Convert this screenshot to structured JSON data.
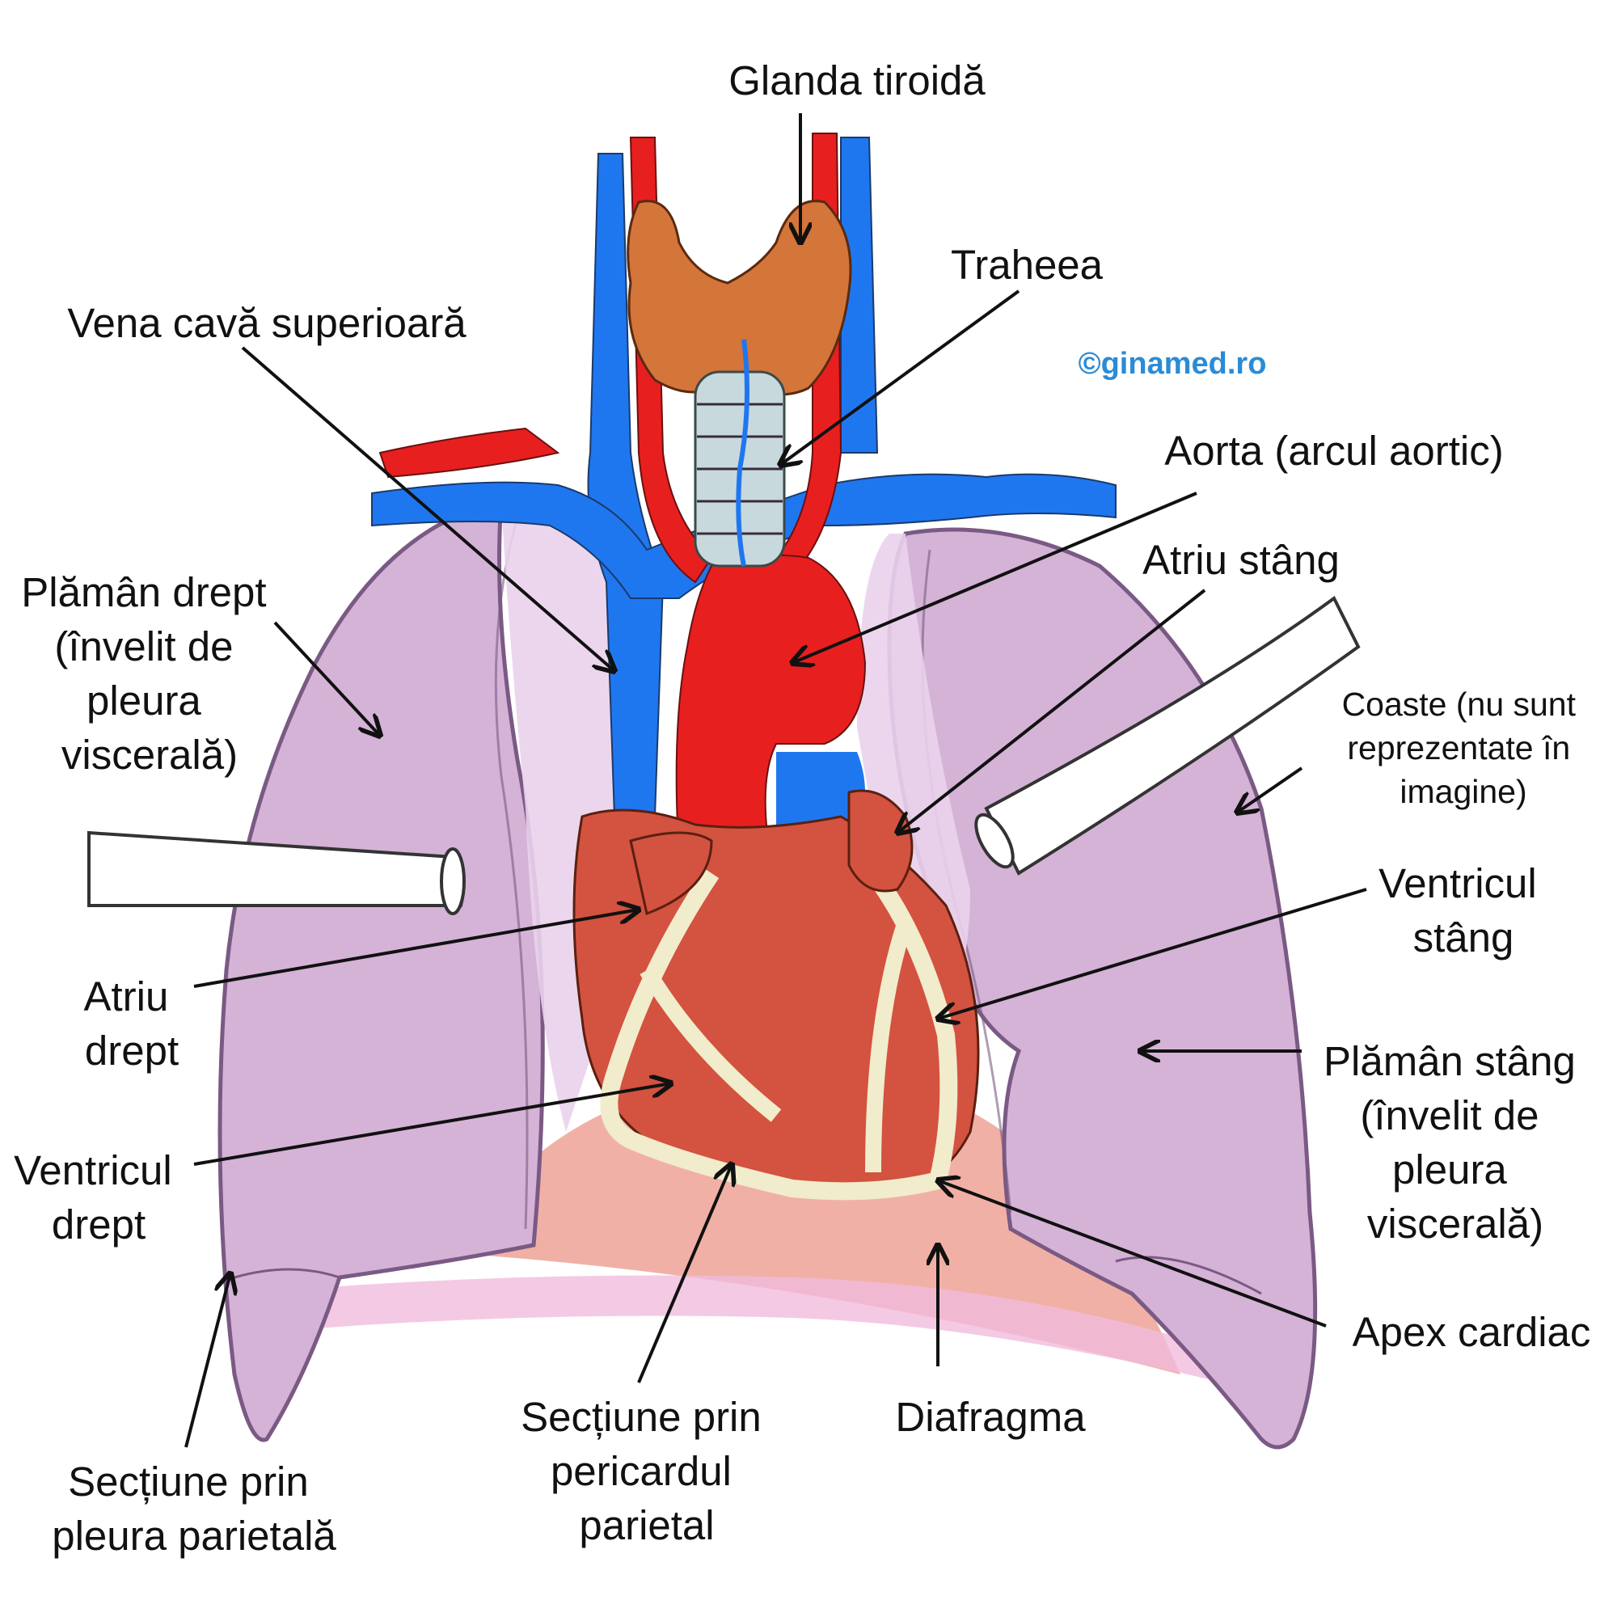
{
  "colors": {
    "lung": "#d4b3d6",
    "lung_outline": "#7a5a84",
    "pleura": "#ead2ec",
    "pleura_pink": "#f1bcdc",
    "vein": "#1f77f0",
    "artery": "#e81f1f",
    "heart_muscle": "#d45240",
    "fat": "#f1eccb",
    "thyroid": "#d4753a",
    "trachea": "#c7d9dd",
    "diaphragm": "#f0a79c",
    "watermark": "#2a8bd6"
  },
  "watermark": "©ginamed.ro",
  "labels": {
    "glanda_tiroida": "Glanda tiroidă",
    "traheea": "Traheea",
    "vena_cava": "Vena cavă superioară",
    "aorta": "Aorta (arcul aortic)",
    "atriu_stang": "Atriu stâng",
    "plaman_drept": [
      "Plămân drept",
      "(învelit de",
      "pleura",
      "viscerală)"
    ],
    "coaste": [
      "Coaste (nu sunt",
      "reprezentate în",
      "imagine)"
    ],
    "ventricul_stang": [
      "Ventricul",
      "stâng"
    ],
    "atriu_drept": [
      "Atriu",
      "drept"
    ],
    "plaman_stang": [
      "Plămân stâng",
      "(învelit de",
      "pleura",
      "viscerală)"
    ],
    "ventricul_drept": [
      "Ventricul",
      "drept"
    ],
    "apex": "Apex cardiac",
    "pericard": [
      "Secțiune prin",
      "pericardul",
      "parietal"
    ],
    "diafragma": "Diafragma",
    "pleura_parietala": [
      "Secțiune prin",
      "pleura parietală"
    ]
  }
}
